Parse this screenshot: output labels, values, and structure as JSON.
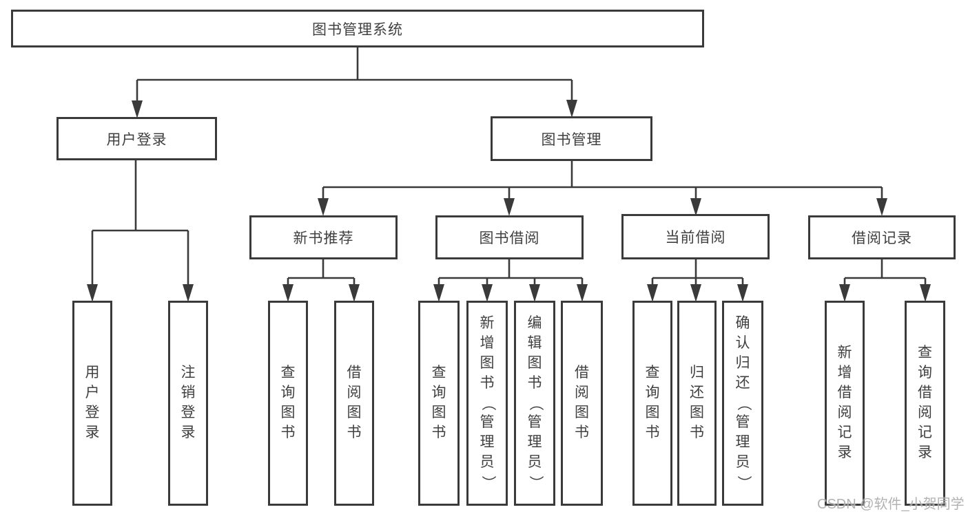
{
  "tree": {
    "label": "图书管理系统",
    "children": [
      {
        "label": "用户登录",
        "children": [
          {
            "label": "用户登录"
          },
          {
            "label": "注销登录"
          }
        ]
      },
      {
        "label": "图书管理",
        "children": [
          {
            "label": "新书推荐",
            "children": [
              {
                "label": "查询图书"
              },
              {
                "label": "借阅图书"
              }
            ]
          },
          {
            "label": "图书借阅",
            "children": [
              {
                "label": "查询图书"
              },
              {
                "label": "新增图书（管理员）"
              },
              {
                "label": "编辑图书（管理员）"
              },
              {
                "label": "借阅图书"
              }
            ]
          },
          {
            "label": "当前借阅",
            "children": [
              {
                "label": "查询图书"
              },
              {
                "label": "归还图书"
              },
              {
                "label": "确认归还（管理员）"
              }
            ]
          },
          {
            "label": "借阅记录",
            "children": [
              {
                "label": "新增借阅记录"
              },
              {
                "label": "查询借阅记录"
              }
            ]
          }
        ]
      }
    ]
  },
  "watermark": {
    "text": "CSDN @软件_小贺同学"
  },
  "colors": {
    "line": "#3a3a3a",
    "text": "#404040",
    "watermark": "#a5a5a5",
    "background": "#ffffff"
  }
}
